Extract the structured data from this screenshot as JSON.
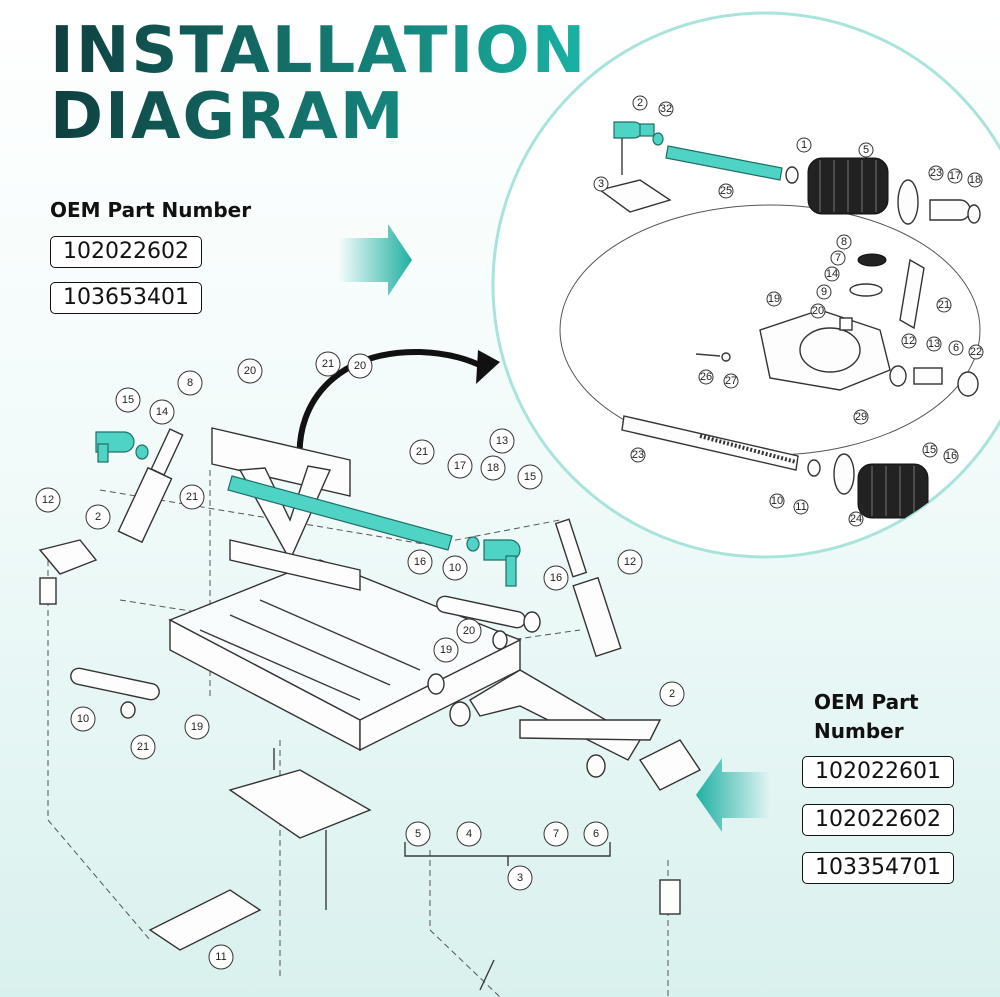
{
  "header": {
    "title_line1": "INSTALLATION",
    "title_line2": "DIAGRAM"
  },
  "left_panel": {
    "label": "OEM Part Number",
    "parts": [
      "102022602",
      "103653401"
    ]
  },
  "right_panel": {
    "label_line1": "OEM Part",
    "label_line2": "Number",
    "parts": [
      "102022601",
      "102022602",
      "103354701"
    ]
  },
  "colors": {
    "accent": "#1fb0a2",
    "title_dark": "#0f3f3f",
    "highlight": "#4fd3c4"
  },
  "inset_callouts": [
    "2",
    "32",
    "25",
    "1",
    "5",
    "23",
    "17",
    "18",
    "3",
    "8",
    "7",
    "14",
    "9",
    "21",
    "19",
    "20",
    "12",
    "13",
    "6",
    "22",
    "26",
    "27",
    "29",
    "23",
    "15",
    "16",
    "10",
    "11",
    "24"
  ],
  "main_callouts": [
    "21",
    "20",
    "20",
    "15",
    "14",
    "8",
    "12",
    "2",
    "21",
    "13",
    "21",
    "17",
    "18",
    "15",
    "16",
    "16",
    "10",
    "12",
    "20",
    "19",
    "2",
    "10",
    "21",
    "19",
    "5",
    "4",
    "7",
    "6",
    "3",
    "11"
  ]
}
